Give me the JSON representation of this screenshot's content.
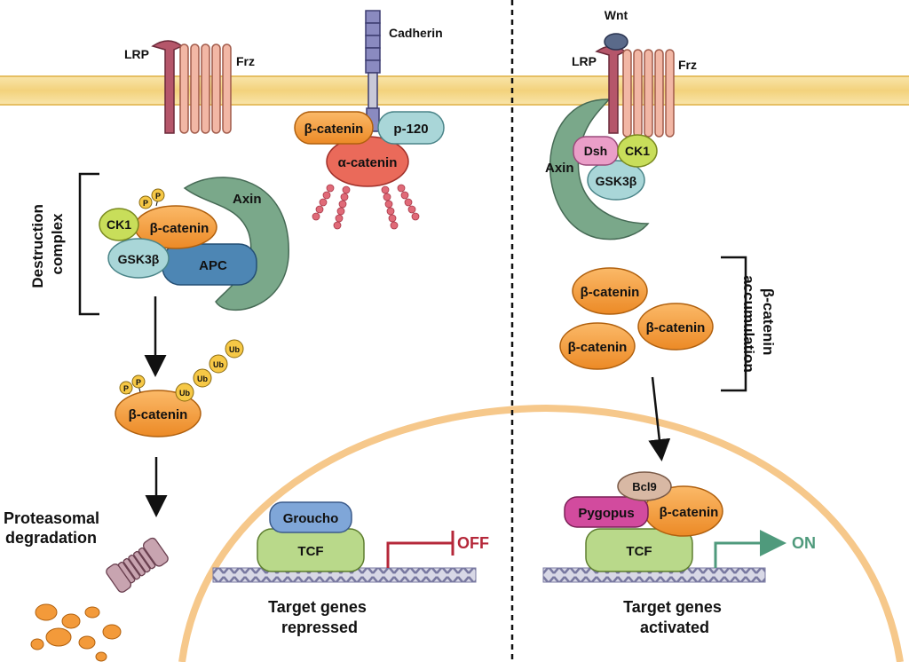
{
  "left": {
    "lrp": "LRP",
    "frz": "Frz",
    "destruction_complex": [
      "Destruction",
      "complex"
    ],
    "axin": "Axin",
    "ck1": "CK1",
    "beta_catenin": "β-catenin",
    "gsk3b": "GSK3β",
    "apc": "APC",
    "p": "P",
    "ub": "Ub",
    "proteasomal_degradation": [
      "Proteasomal",
      "degradation"
    ],
    "groucho": "Groucho",
    "tcf": "TCF",
    "off": "OFF",
    "target_genes": [
      "Target genes",
      "repressed"
    ]
  },
  "middle": {
    "cadherin": "Cadherin",
    "beta_catenin": "β-catenin",
    "p120": "p-120",
    "alpha_catenin": "α-catenin"
  },
  "right": {
    "wnt": "Wnt",
    "lrp": "LRP",
    "frz": "Frz",
    "axin": "Axin",
    "dsh": "Dsh",
    "ck1": "CK1",
    "gsk3b": "GSK3β",
    "beta_catenin": "β-catenin",
    "accumulation": [
      "β-catenin",
      "accumulation"
    ],
    "bcl9": "Bcl9",
    "pygopus": "Pygopus",
    "tcf": "TCF",
    "on": "ON",
    "target_genes": [
      "Target genes",
      "activated"
    ]
  },
  "colors": {
    "membrane": "#f6d98a",
    "orange": "#f39a3a",
    "frz_fill": "#f2b7a5",
    "lrp_fill": "#b5566a",
    "axin_green": "#7aa88a",
    "ck1_green": "#c8de5a",
    "gsk_blue": "#a9d6d8",
    "apc_blue": "#4d86b4",
    "tcf_green": "#b9d98a",
    "groucho": "#7fa6d8",
    "off_red": "#b5283a",
    "on_green": "#4f9a7c",
    "pygopus": "#d24b9e",
    "dsh_pink": "#ea9ec8",
    "bcl9": "#d8b8a4",
    "dna": "#9a9ab8"
  }
}
